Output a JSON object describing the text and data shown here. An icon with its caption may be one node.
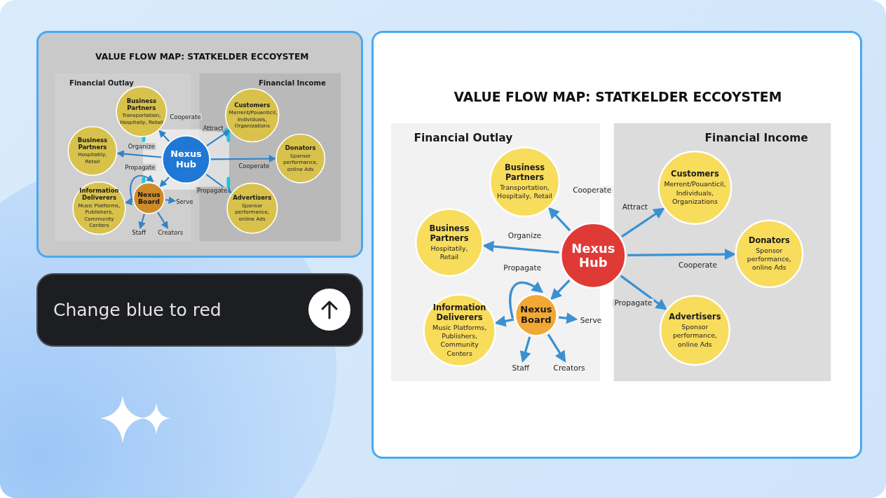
{
  "diagram": {
    "nodes": [
      {
        "text": [
          "Financial Outlay"
        ]
      },
      {
        "text": [
          "Financial Income"
        ]
      },
      {
        "text": [
          "Business Partners",
          "Transportation, Hospitaily, Retail"
        ],
        "in": 0
      },
      {
        "text": [
          "Business Partners",
          "Hospitatily, Retail"
        ],
        "in": 0
      },
      {
        "text": [
          "Nexus Hub"
        ]
      },
      {
        "text": [
          "Nexus Board"
        ],
        "in": 0
      },
      {
        "text": [
          "Information Deliverers",
          "Music Platforms, Publishers, Community Centers"
        ],
        "in": 0
      },
      {
        "text": [
          "Staff"
        ],
        "in": 0
      },
      {
        "text": [
          "Creators"
        ],
        "in": 0
      },
      {
        "text": [
          "Serve"
        ],
        "in": 0
      },
      {
        "text": [
          "Customers",
          "Merrent/Pouanticil, Individuals, Organizations"
        ],
        "in": 1
      },
      {
        "text": [
          "Donators",
          "Sponsor performance, online Ads"
        ],
        "in": 1
      },
      {
        "text": [
          "Advertisers",
          "Sponsor performance, online Ads"
        ],
        "in": 1
      },
      {
        "text": [
          "Financial Outlay"
        ]
      },
      {
        "text": [
          "Financial Income"
        ]
      },
      {
        "text": [
          "Business Partners",
          "Transportation, Hospitaily, Retail"
        ],
        "in": 13
      },
      {
        "text": [
          "Business Partners",
          "Hospitatily, Retail"
        ],
        "in": 13
      },
      {
        "text": [
          "Nexus Hub"
        ]
      },
      {
        "text": [
          "Nexus Board"
        ],
        "in": 13
      },
      {
        "text": [
          "Information Deliverers",
          "Music Platforms, Publishers, Community Centers"
        ],
        "in": 13
      },
      {
        "text": [
          "Staff"
        ],
        "in": 13
      },
      {
        "text": [
          "Creators"
        ],
        "in": 13
      },
      {
        "text": [
          "Serve"
        ],
        "in": 13
      },
      {
        "text": [
          "Customers",
          "Merrent/Pouanticil, Individuals, Organizations"
        ],
        "in": 14
      },
      {
        "text": [
          "Donators",
          "Sponsor performance, online Ads"
        ],
        "in": 14
      },
      {
        "text": [
          "Advertisers",
          "Sponsor performance, online Ads"
        ],
        "in": 14
      }
    ],
    "edges": [
      {
        "from": 4,
        "to": 2,
        "arrow": "to",
        "label": "Cooperate"
      },
      {
        "from": 4,
        "to": 3,
        "arrow": "to",
        "label": "Organize"
      },
      {
        "from": 4,
        "to": 5,
        "arrow": "to"
      },
      {
        "from": 5,
        "to": 5,
        "arrow": "to",
        "label": "Propagate"
      },
      {
        "from": 5,
        "to": 6,
        "arrow": "to"
      },
      {
        "from": 5,
        "to": 9,
        "arrow": "to"
      },
      {
        "from": 5,
        "to": 7,
        "arrow": "to"
      },
      {
        "from": 5,
        "to": 8,
        "arrow": "to"
      },
      {
        "from": 4,
        "to": 10,
        "arrow": "to",
        "label": "Attract"
      },
      {
        "from": 4,
        "to": 11,
        "arrow": "to",
        "label": "Cooperate"
      },
      {
        "from": 4,
        "to": 12,
        "arrow": "to",
        "label": "Propagate"
      },
      {
        "from": 17,
        "to": 15,
        "arrow": "to",
        "label": "Cooperate"
      },
      {
        "from": 17,
        "to": 16,
        "arrow": "to",
        "label": "Organize"
      },
      {
        "from": 17,
        "to": 18,
        "arrow": "to"
      },
      {
        "from": 18,
        "to": 18,
        "arrow": "to",
        "label": "Propagate"
      },
      {
        "from": 18,
        "to": 19,
        "arrow": "to"
      },
      {
        "from": 18,
        "to": 22,
        "arrow": "to"
      },
      {
        "from": 18,
        "to": 20,
        "arrow": "to"
      },
      {
        "from": 18,
        "to": 21,
        "arrow": "to"
      },
      {
        "from": 17,
        "to": 23,
        "arrow": "to",
        "label": "Attract"
      },
      {
        "from": 17,
        "to": 24,
        "arrow": "to",
        "label": "Cooperate"
      },
      {
        "from": 17,
        "to": 25,
        "arrow": "to",
        "label": "Propagate"
      }
    ],
    "labels": [
      "VALUE FLOW MAP: STATKELDER ECCOYSTEM",
      "VALUE FLOW MAP: STATKELDER ECCOYSTEM",
      "Change blue to red"
    ]
  }
}
